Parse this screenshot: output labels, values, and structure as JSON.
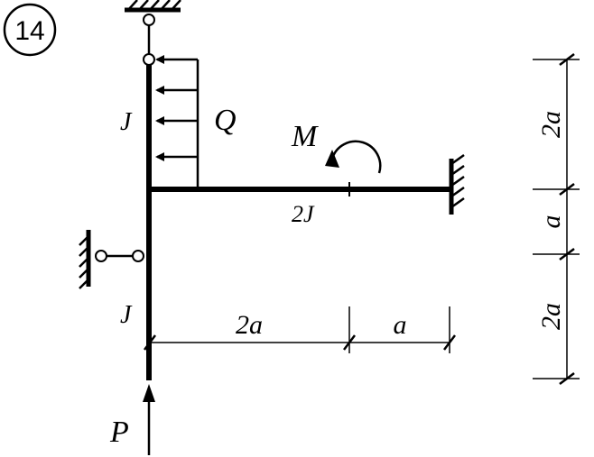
{
  "problem_number": "14",
  "labels": {
    "top_stiffness": "J",
    "bottom_stiffness": "J",
    "beam_stiffness": "2J",
    "distributed_load": "Q",
    "moment": "M",
    "force": "P"
  },
  "dimensions": {
    "horizontal": [
      "2a",
      "a"
    ],
    "vertical": [
      "2a",
      "a",
      "2a"
    ]
  },
  "colors": {
    "ink": "#000000",
    "background": "#ffffff"
  }
}
